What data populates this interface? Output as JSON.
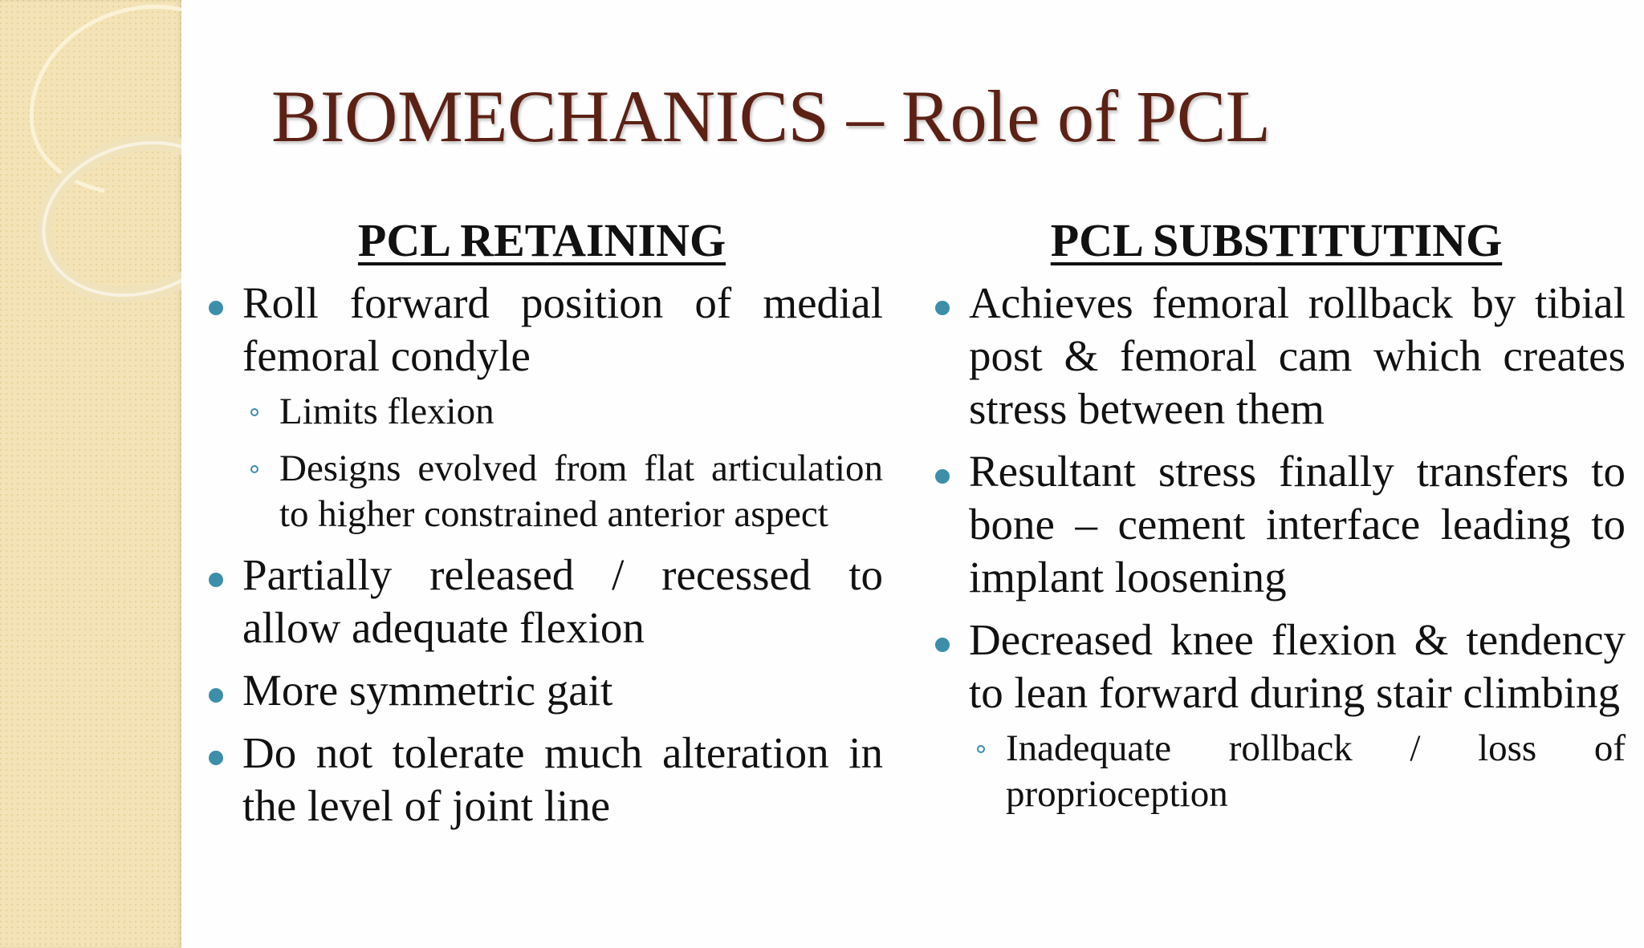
{
  "slide": {
    "title": "BIOMECHANICS – Role of PCL"
  },
  "colors": {
    "title": "#5c2115",
    "bullet": "#3c8ea9",
    "side_band": "#f3e3b6"
  },
  "left_column": {
    "heading": "PCL RETAINING",
    "items": [
      {
        "text": "Roll forward position of medial femoral condyle",
        "sub": [
          "Limits flexion",
          "Designs evolved from flat articulation to higher constrained anterior aspect"
        ]
      },
      {
        "text": "Partially released / recessed to allow adequate flexion"
      },
      {
        "text": "More symmetric gait"
      },
      {
        "text": "Do not tolerate much alteration in the level of joint line"
      }
    ]
  },
  "right_column": {
    "heading": "PCL SUBSTITUTING",
    "items": [
      {
        "text": "Achieves femoral rollback by tibial post & femoral cam which creates stress between them"
      },
      {
        "text": "Resultant stress finally transfers to bone – cement interface leading to implant loosening"
      },
      {
        "text": "Decreased knee flexion & tendency to lean forward during stair climbing",
        "sub": [
          "Inadequate rollback / loss of proprioception"
        ]
      }
    ]
  }
}
